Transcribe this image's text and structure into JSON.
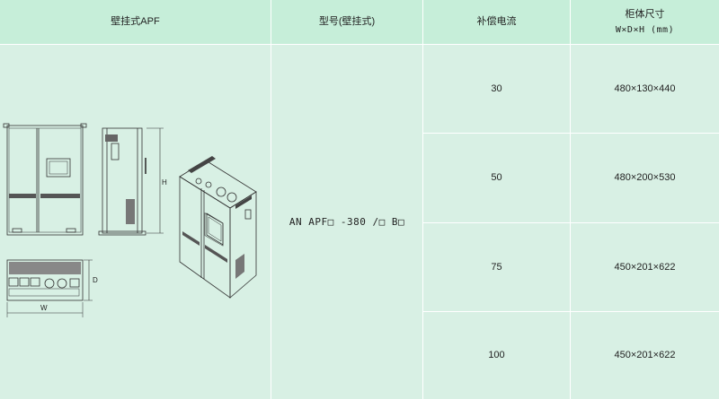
{
  "table": {
    "headers": {
      "product": "壁挂式APF",
      "model": "型号(壁挂式)",
      "current": "补偿电流",
      "size_line1": "柜体尺寸",
      "size_line2": "W×D×H (mm)"
    },
    "model_value": "AN APF□ -380 /□ B□",
    "rows": [
      {
        "current": "30",
        "size": "480×130×440"
      },
      {
        "current": "50",
        "size": "480×200×530"
      },
      {
        "current": "75",
        "size": "450×201×622"
      },
      {
        "current": "100",
        "size": "450×201×622"
      }
    ]
  },
  "drawing": {
    "dim_w": "W",
    "dim_h": "H",
    "dim_d": "D"
  },
  "colors": {
    "header_bg": "#c6eed9",
    "body_bg": "#d8f0e4",
    "grid_line": "#ffffff",
    "line_art": "#333333"
  }
}
